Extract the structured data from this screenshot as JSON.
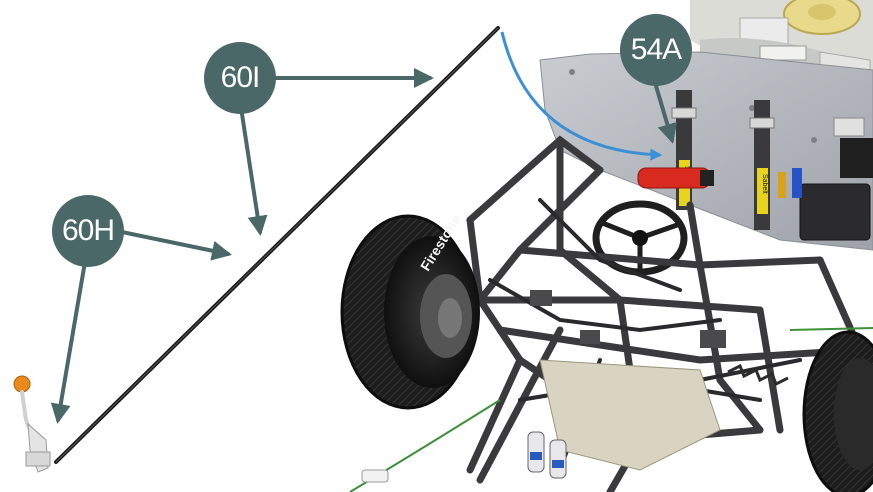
{
  "callouts": {
    "c60h": {
      "label": "60H"
    },
    "c60i": {
      "label": "60I"
    },
    "c54a": {
      "label": "54A"
    }
  },
  "decals": {
    "brand": "Firestone",
    "belt": "Sabelt"
  },
  "colors": {
    "callout_fill": "#4a6868",
    "arrow": "#4a6868",
    "highlight_arrow": "#3b8fd6",
    "rod": "#1a1a1a",
    "tire": "#1b1b1b",
    "frame": "#3a3a3c",
    "panel": "#b8bcc2"
  }
}
